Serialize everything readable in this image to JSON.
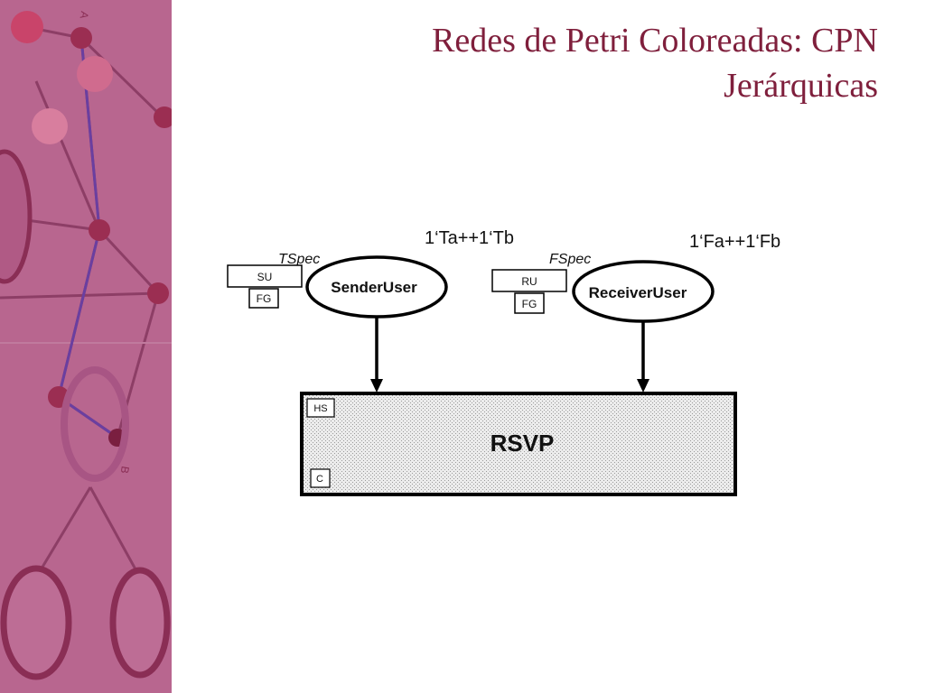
{
  "slide": {
    "title_line1": "Redes de Petri Coloreadas: CPN",
    "title_line2": "Jerárquicas"
  },
  "diagram": {
    "places": [
      {
        "name": "SenderUser",
        "color_set": "TSpec",
        "initial_marking": "1‘Ta++1‘Tb",
        "fusion_label": "SU",
        "fusion_tag": "FG"
      },
      {
        "name": "ReceiverUser",
        "color_set": "FSpec",
        "initial_marking": "1‘Fa++1‘Fb",
        "fusion_label": "RU",
        "fusion_tag": "FG"
      }
    ],
    "transition": {
      "name": "RSVP",
      "hs_tag": "HS",
      "c_tag": "C"
    }
  },
  "colors": {
    "title": "#7f1f3c",
    "sidebar_bg": "#b96690",
    "sidebar_dark": "#8a2e55"
  }
}
